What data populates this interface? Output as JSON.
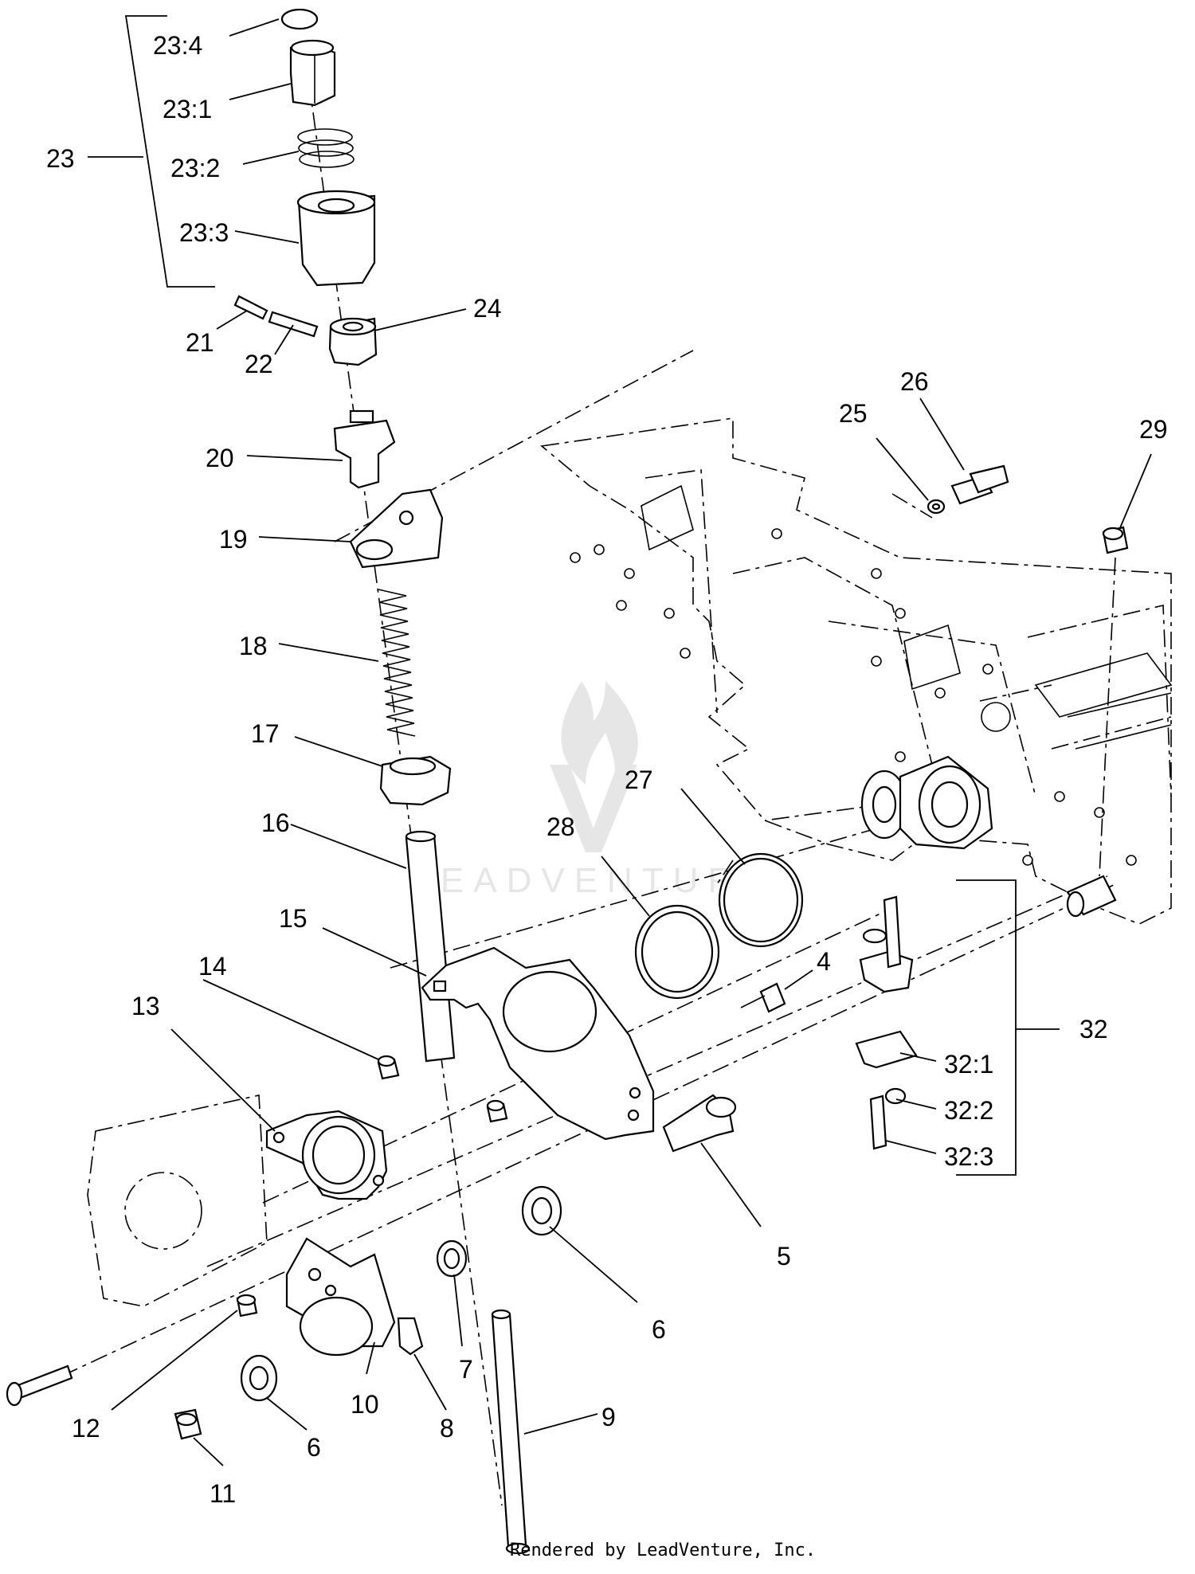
{
  "callouts": [
    {
      "id": "c-23-4",
      "label": "23:4"
    },
    {
      "id": "c-23-1",
      "label": "23:1"
    },
    {
      "id": "c-23",
      "label": "23"
    },
    {
      "id": "c-23-2",
      "label": "23:2"
    },
    {
      "id": "c-23-3",
      "label": "23:3"
    },
    {
      "id": "c-24",
      "label": "24"
    },
    {
      "id": "c-21",
      "label": "21"
    },
    {
      "id": "c-22",
      "label": "22"
    },
    {
      "id": "c-26",
      "label": "26"
    },
    {
      "id": "c-25",
      "label": "25"
    },
    {
      "id": "c-29",
      "label": "29"
    },
    {
      "id": "c-20",
      "label": "20"
    },
    {
      "id": "c-19",
      "label": "19"
    },
    {
      "id": "c-18",
      "label": "18"
    },
    {
      "id": "c-17",
      "label": "17"
    },
    {
      "id": "c-27",
      "label": "27"
    },
    {
      "id": "c-16",
      "label": "16"
    },
    {
      "id": "c-28",
      "label": "28"
    },
    {
      "id": "c-15",
      "label": "15"
    },
    {
      "id": "c-14",
      "label": "14"
    },
    {
      "id": "c-4",
      "label": "4"
    },
    {
      "id": "c-13",
      "label": "13"
    },
    {
      "id": "c-32",
      "label": "32"
    },
    {
      "id": "c-32-1",
      "label": "32:1"
    },
    {
      "id": "c-32-2",
      "label": "32:2"
    },
    {
      "id": "c-32-3",
      "label": "32:3"
    },
    {
      "id": "c-5",
      "label": "5"
    },
    {
      "id": "c-6a",
      "label": "6"
    },
    {
      "id": "c-7",
      "label": "7"
    },
    {
      "id": "c-10",
      "label": "10"
    },
    {
      "id": "c-8",
      "label": "8"
    },
    {
      "id": "c-12",
      "label": "12"
    },
    {
      "id": "c-6b",
      "label": "6"
    },
    {
      "id": "c-9",
      "label": "9"
    },
    {
      "id": "c-11",
      "label": "11"
    }
  ],
  "watermark": {
    "text": "LEADVENTURE"
  },
  "footer": {
    "text": "Rendered by LeadVenture, Inc."
  }
}
